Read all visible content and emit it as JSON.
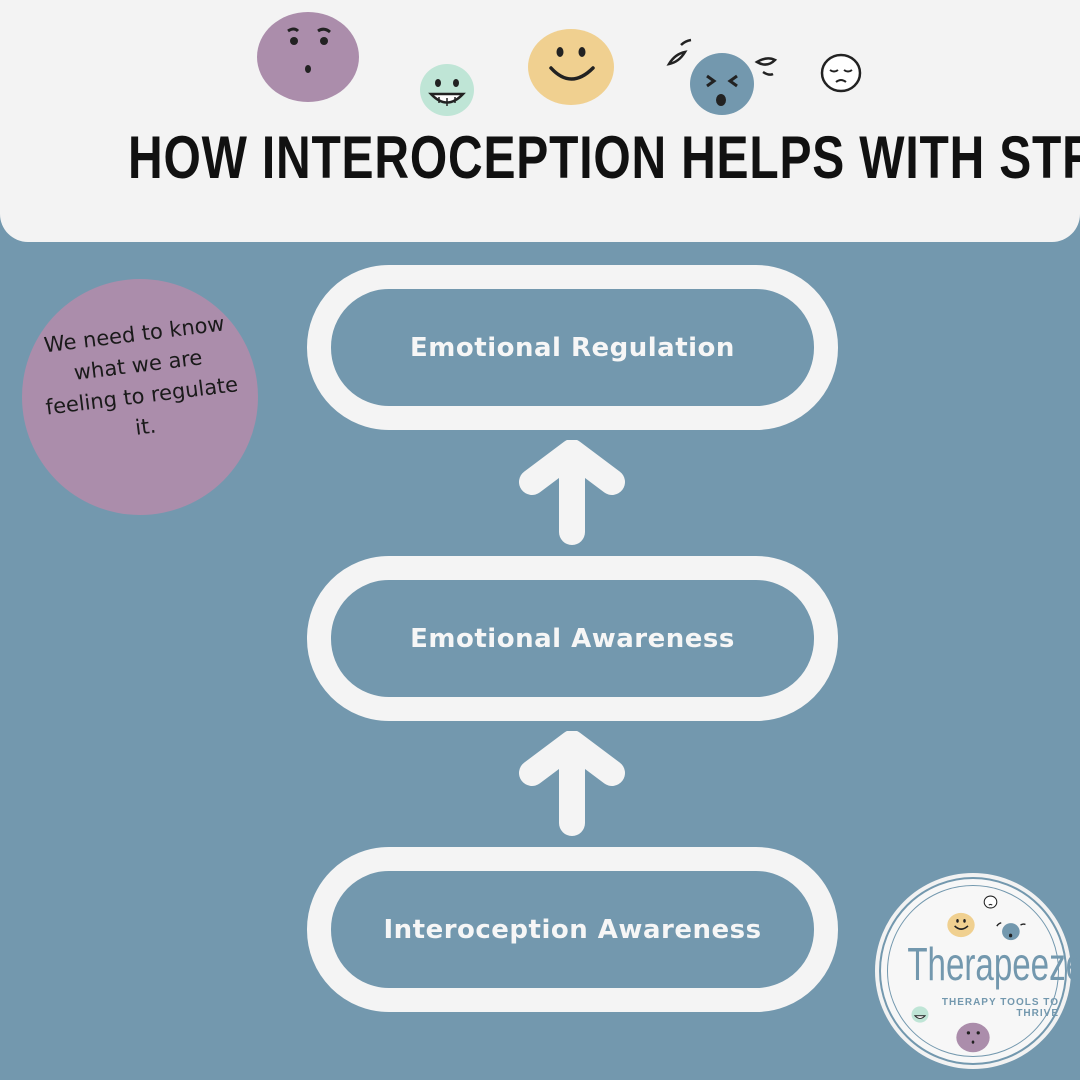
{
  "header": {
    "title": "HOW INTEROCEPTION HELPS WITH STRONG EMOTIONS"
  },
  "emojis": [
    {
      "name": "worried-face-icon",
      "color": "#ab8dab"
    },
    {
      "name": "grinning-face-icon",
      "color": "#bfe5d6"
    },
    {
      "name": "smiling-face-icon",
      "color": "#f0d090"
    },
    {
      "name": "crying-face-icon",
      "color": "#7398ae"
    },
    {
      "name": "sad-face-icon",
      "color": "#ffffff"
    }
  ],
  "steps": [
    {
      "label": "Emotional Regulation"
    },
    {
      "label": "Emotional Awareness"
    },
    {
      "label": "Interoception Awareness"
    }
  ],
  "note": {
    "text": "We need to know what we are feeling to regulate it."
  },
  "logo": {
    "name": "Therapeeze",
    "tagline": "THERAPY TOOLS TO THRIVE"
  },
  "colors": {
    "background": "#7398ae",
    "header_bg": "#f3f3f3",
    "step_border": "#f4f4f4",
    "note_bg": "#ab8dab",
    "title_text": "#111111"
  }
}
